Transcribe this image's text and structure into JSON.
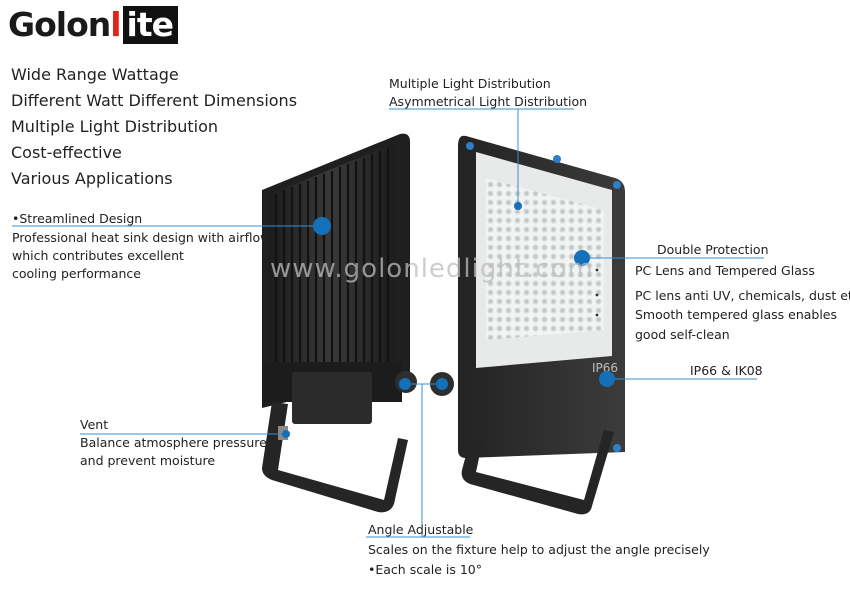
{
  "logo": {
    "part1": "Golon",
    "part2": "l",
    "part3": "ite"
  },
  "features": [
    "Wide Range Wattage",
    "Different Watt Different Dimensions",
    "Multiple Light Distribution",
    "Cost-effective",
    "Various Applications"
  ],
  "streamlined": {
    "title": "•Streamlined Design",
    "lines": [
      "Professional heat sink design with airflow",
      " which contributes excellent",
      " cooling performance"
    ]
  },
  "vent": {
    "title": "Vent",
    "lines": [
      "Balance atmosphere pressure",
      "and prevent moisture"
    ]
  },
  "distribution": {
    "line1": "Multiple Light Distribution",
    "line2": "Asymmetrical Light Distribution"
  },
  "protection": {
    "title": "Double Protection",
    "lines": [
      "PC Lens and Tempered Glass",
      "PC lens anti UV, chemicals, dust etc.",
      "Smooth tempered glass enables",
      " good self-clean"
    ]
  },
  "ip": {
    "label": "IP66 & IK08",
    "badge": "IP66"
  },
  "angle": {
    "title": "Angle Adjustable",
    "lines": [
      "Scales on the fixture help to adjust the angle precisely",
      "•Each scale is 10°"
    ]
  },
  "watermark": "www.golonledlight.com",
  "colors": {
    "accent_blue": "#1470b8",
    "line_blue": "#3a8fd0",
    "housing": "#2a2a2a",
    "lens": "#eef0f0"
  }
}
